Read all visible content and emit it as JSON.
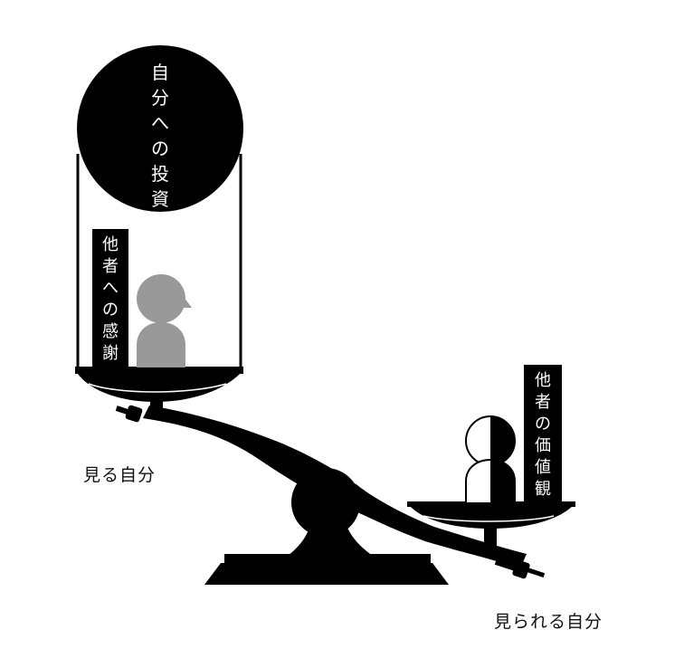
{
  "labels": {
    "self_investment": [
      "自",
      "分",
      "へ",
      "の",
      "投",
      "資"
    ],
    "gratitude": [
      "他",
      "者",
      "へ",
      "の",
      "感",
      "謝"
    ],
    "others_values": [
      "他",
      "者",
      "の",
      "価",
      "値",
      "観"
    ],
    "seeing_self": "見る自分",
    "seen_self": "見られる自分"
  },
  "colors": {
    "ink": "#000000",
    "person_gray": "#999999",
    "background": "#ffffff"
  },
  "icons": {
    "left_figure": "person-icon",
    "right_figure": "person-icon"
  }
}
